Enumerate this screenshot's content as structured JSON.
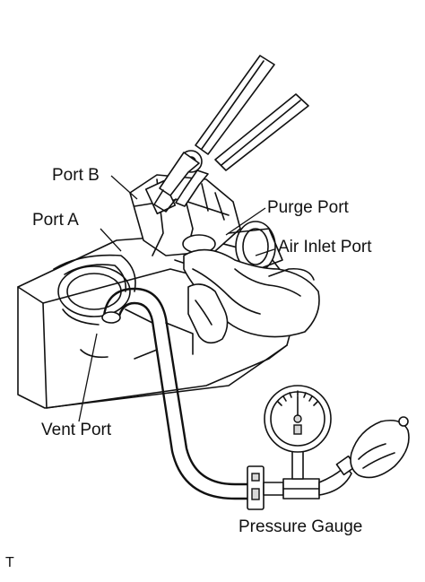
{
  "labels": {
    "port_b": "Port B",
    "port_a": "Port A",
    "purge_port": "Purge Port",
    "air_inlet_port": "Air Inlet Port",
    "vent_port": "Vent Port",
    "pressure_gauge": "Pressure Gauge",
    "corner_mark": "T"
  }
}
